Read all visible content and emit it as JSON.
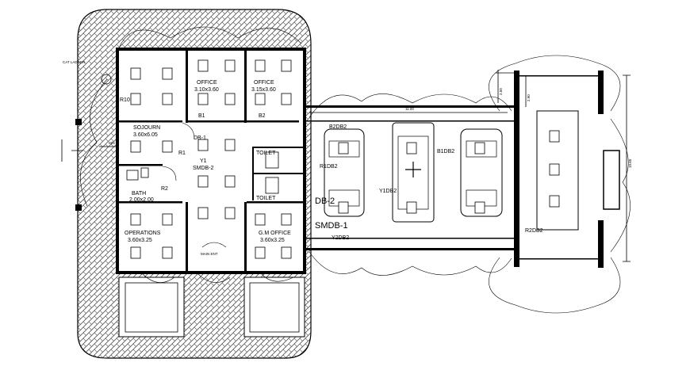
{
  "rooms": {
    "sojourn": {
      "name": "SOJOURN",
      "size": "3.60x6.05"
    },
    "office1": {
      "name": "OFFICE",
      "size": "3.10x3.60"
    },
    "office2": {
      "name": "OFFICE",
      "size": "3.15x3.60"
    },
    "bath": {
      "name": "BATH",
      "size": "2.00x2.00"
    },
    "operations": {
      "name": "OPERATIONS",
      "size": "3.60x3.25"
    },
    "gm_office": {
      "name": "G.M OFFICE",
      "size": "3.60x3.25"
    },
    "toilet1": {
      "name": "TOILET"
    },
    "toilet2": {
      "name": "TOILET"
    },
    "main_entrance": {
      "name": "MAIN ENT"
    }
  },
  "panels": {
    "db1": "DB-1",
    "y1": "Y1",
    "smdb2": "SMDB-2",
    "db2": "DB-2",
    "smdb1": "SMDB-1",
    "b2db2": "B2DB2",
    "r1db2": "R1DB2",
    "y1db2": "Y1DB2",
    "b1db2": "B1DB2",
    "y2db2": "Y2DB2",
    "r2db2": "R2DB2"
  },
  "circuits": {
    "r1": "R1",
    "r2": "R2",
    "r10": "R10",
    "b1": "B1",
    "b2": "B2"
  },
  "dimensions": {
    "garage_width": "11.00",
    "top_right": "2.50",
    "annex": "2.90",
    "right": "10.60"
  },
  "misc": {
    "cat_ladder": "CAT LADDER",
    "ms": "M/S"
  },
  "colors": {
    "ink": "#000000",
    "paper": "#ffffff",
    "hatch": "#555555"
  }
}
